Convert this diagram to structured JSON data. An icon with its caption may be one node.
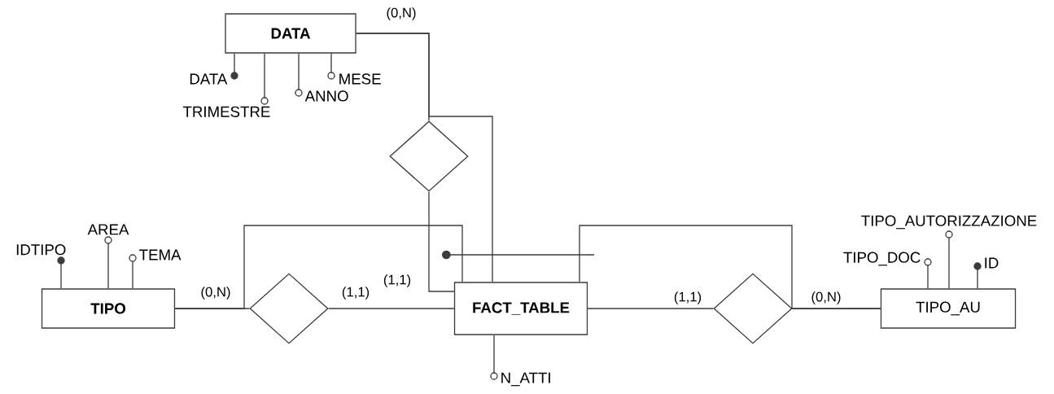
{
  "diagram": {
    "nodes": [
      {
        "text": [
          "DATA"
        ]
      },
      {
        "text": [
          "DATA"
        ]
      },
      {
        "text": [
          "TRIMESTRE"
        ]
      },
      {
        "text": [
          "ANNO"
        ]
      },
      {
        "text": [
          "MESE"
        ]
      },
      {
        "text": [],
        "shape": "diamond"
      },
      {
        "text": [
          "TIPO_AUTORIZZAZIONE"
        ]
      },
      {
        "text": [
          "AREA"
        ]
      },
      {
        "text": [
          "IDTIPO"
        ]
      },
      {
        "text": [
          "TEMA"
        ]
      },
      {
        "text": [
          "TIPO_DOC"
        ]
      },
      {
        "text": [
          "ID"
        ]
      },
      {
        "text": [
          "TIPO"
        ]
      },
      {
        "text": [],
        "shape": "diamond"
      },
      {
        "text": [
          "FACT_TABLE"
        ]
      },
      {
        "text": [],
        "shape": "diamond"
      },
      {
        "text": [
          "TIPO_AU"
        ]
      },
      {
        "text": [
          "N_ATTI"
        ]
      }
    ],
    "edges": [
      {
        "from": 0,
        "to": 1,
        "arrow": "none"
      },
      {
        "from": 0,
        "to": 2,
        "arrow": "none"
      },
      {
        "from": 0,
        "to": 3,
        "arrow": "none"
      },
      {
        "from": 0,
        "to": 4,
        "arrow": "none"
      },
      {
        "from": 0,
        "to": 5,
        "arrow": "none",
        "label": "(0,N)"
      },
      {
        "from": 0,
        "to": 14,
        "arrow": "none"
      },
      {
        "from": 5,
        "to": 14,
        "arrow": "none",
        "label": "(1,1)"
      },
      {
        "from": 12,
        "to": 8,
        "arrow": "none"
      },
      {
        "from": 12,
        "to": 7,
        "arrow": "none"
      },
      {
        "from": 12,
        "to": 9,
        "arrow": "none"
      },
      {
        "from": 12,
        "to": 13,
        "arrow": "none",
        "label": "(0,N)"
      },
      {
        "from": 13,
        "to": 14,
        "arrow": "none",
        "label": "(1,1)"
      },
      {
        "from": 12,
        "to": 14,
        "arrow": "none"
      },
      {
        "from": 14,
        "to": 15,
        "arrow": "none",
        "label": "(1,1)"
      },
      {
        "from": 15,
        "to": 16,
        "arrow": "none",
        "label": "(0,N)"
      },
      {
        "from": 16,
        "to": 14,
        "arrow": "none"
      },
      {
        "from": 16,
        "to": 10,
        "arrow": "none"
      },
      {
        "from": 16,
        "to": 6,
        "arrow": "none"
      },
      {
        "from": 16,
        "to": 11,
        "arrow": "none"
      },
      {
        "from": 14,
        "to": 17,
        "arrow": "none"
      }
    ]
  }
}
